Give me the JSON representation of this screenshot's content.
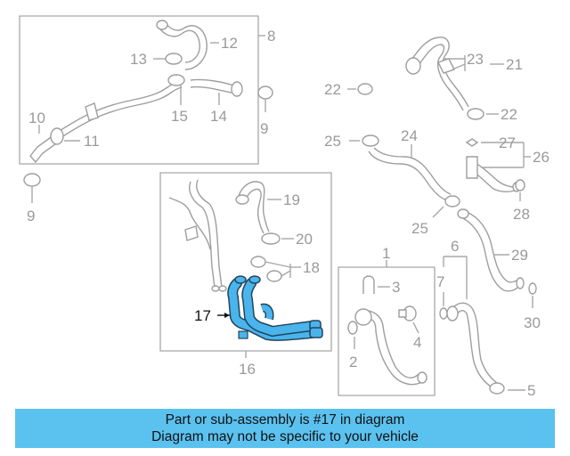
{
  "diagram": {
    "callouts": [
      {
        "id": "n1",
        "text": "1"
      },
      {
        "id": "n2",
        "text": "2"
      },
      {
        "id": "n3",
        "text": "3"
      },
      {
        "id": "n4",
        "text": "4"
      },
      {
        "id": "n5",
        "text": "5"
      },
      {
        "id": "n6",
        "text": "6"
      },
      {
        "id": "n7",
        "text": "7"
      },
      {
        "id": "n8",
        "text": "8"
      },
      {
        "id": "n9a",
        "text": "9"
      },
      {
        "id": "n9b",
        "text": "9"
      },
      {
        "id": "n10",
        "text": "10"
      },
      {
        "id": "n11",
        "text": "11"
      },
      {
        "id": "n12",
        "text": "12"
      },
      {
        "id": "n13",
        "text": "13"
      },
      {
        "id": "n14",
        "text": "14"
      },
      {
        "id": "n15",
        "text": "15"
      },
      {
        "id": "n16",
        "text": "16"
      },
      {
        "id": "n17",
        "text": "17"
      },
      {
        "id": "n18",
        "text": "18"
      },
      {
        "id": "n19",
        "text": "19"
      },
      {
        "id": "n20",
        "text": "20"
      },
      {
        "id": "n21",
        "text": "21"
      },
      {
        "id": "n22a",
        "text": "22"
      },
      {
        "id": "n22b",
        "text": "22"
      },
      {
        "id": "n23",
        "text": "23"
      },
      {
        "id": "n24",
        "text": "24"
      },
      {
        "id": "n25a",
        "text": "25"
      },
      {
        "id": "n25b",
        "text": "25"
      },
      {
        "id": "n26",
        "text": "26"
      },
      {
        "id": "n27",
        "text": "27"
      },
      {
        "id": "n28",
        "text": "28"
      },
      {
        "id": "n29",
        "text": "29"
      },
      {
        "id": "n30",
        "text": "30"
      }
    ],
    "highlighted_part": "17",
    "highlight_color": "#4ab4ec",
    "line_color": "#a8a8a8"
  },
  "banner": {
    "line1": "Part or sub-assembly is #17 in diagram",
    "line2": "Diagram may not be specific to your vehicle",
    "background": "#5bc2f0"
  }
}
